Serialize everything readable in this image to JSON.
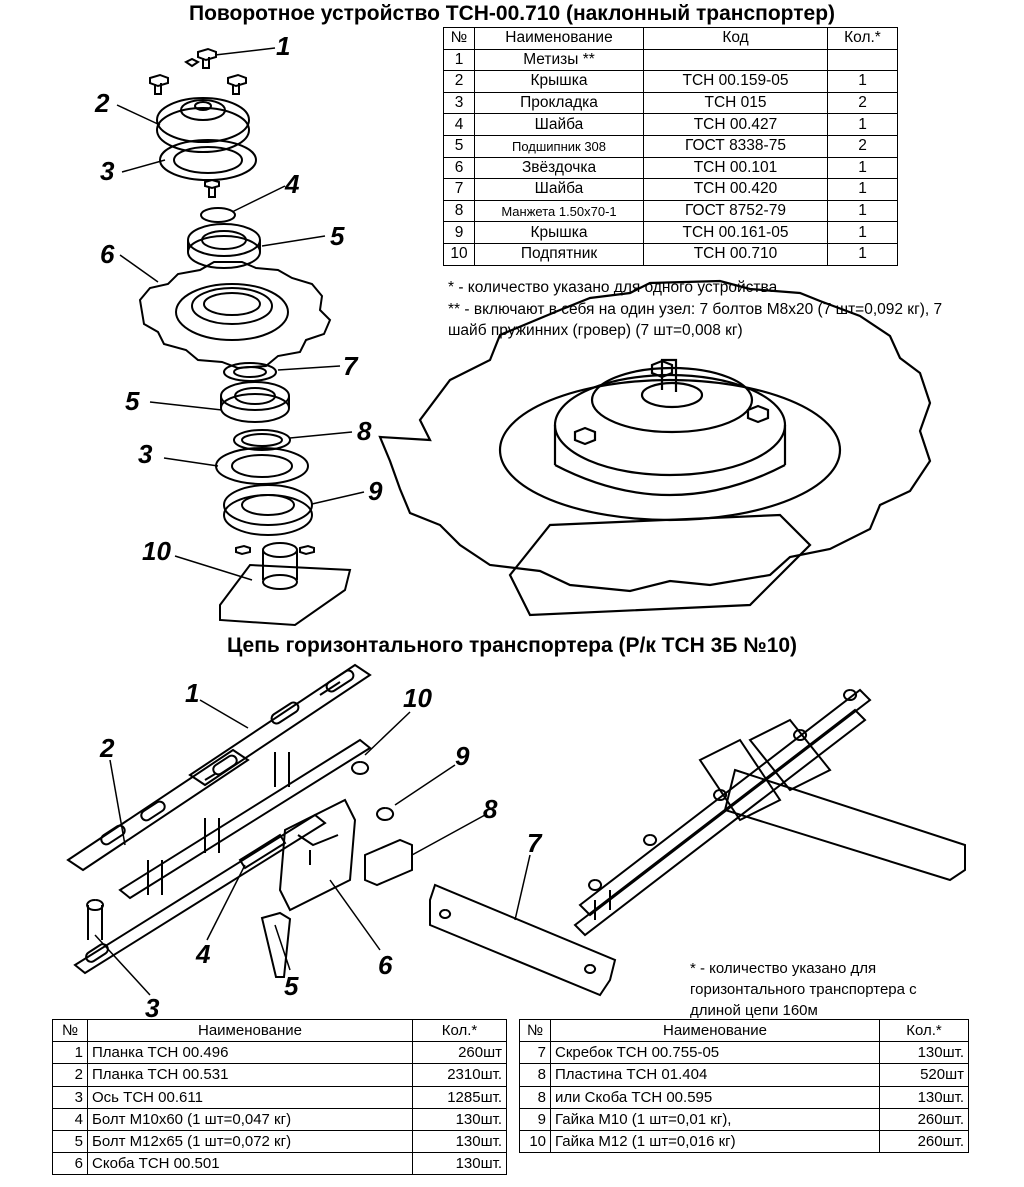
{
  "top": {
    "title": "Поворотное устройство ТСН-00.710 (наклонный транспортер)",
    "table_headers": [
      "№",
      "Наименование",
      "Код",
      "Кол.*"
    ],
    "rows": [
      {
        "n": "1",
        "name": "Метизы **",
        "code": "",
        "qty": ""
      },
      {
        "n": "2",
        "name": "Крышка",
        "code": "ТСН 00.159-05",
        "qty": "1"
      },
      {
        "n": "3",
        "name": "Прокладка",
        "code": "ТСН 015",
        "qty": "2"
      },
      {
        "n": "4",
        "name": "Шайба",
        "code": "ТСН 00.427",
        "qty": "1"
      },
      {
        "n": "5",
        "name": "Подшипник 308",
        "code": "ГОСТ 8338-75",
        "qty": "2"
      },
      {
        "n": "6",
        "name": "Звёздочка",
        "code": "ТСН 00.101",
        "qty": "1"
      },
      {
        "n": "7",
        "name": "Шайба",
        "code": "ТСН 00.420",
        "qty": "1"
      },
      {
        "n": "8",
        "name": "Манжета 1.50х70-1",
        "code": "ГОСТ 8752-79",
        "qty": "1"
      },
      {
        "n": "9",
        "name": "Крышка",
        "code": "ТСН 00.161-05",
        "qty": "1"
      },
      {
        "n": "10",
        "name": "Подпятник",
        "code": "ТСН 00.710",
        "qty": "1"
      }
    ],
    "note1": "* - количество указано для одного устройства",
    "note2": "** - включают в себя на один узел: 7 болтов М8х20 (7 шт=0,092 кг), 7 шайб пружинних (гровер) (7 шт=0,008 кг)",
    "callouts": [
      "1",
      "2",
      "3",
      "4",
      "5",
      "6",
      "7",
      "5",
      "8",
      "3",
      "9",
      "10"
    ]
  },
  "bottom": {
    "title": "Цепь горизонтального транспортера (Р/к ТСН 3Б №10)",
    "callouts": [
      "1",
      "2",
      "3",
      "4",
      "5",
      "6",
      "7",
      "8",
      "9",
      "10"
    ],
    "note": "* - количество указано для горизонтального транспортера с длиной цепи 160м",
    "table_headers": [
      "№",
      "Наименование",
      "Кол.*"
    ],
    "left_rows": [
      {
        "n": "1",
        "name": "Планка ТСН 00.496",
        "qty": "260шт"
      },
      {
        "n": "2",
        "name": "Планка ТСН 00.531",
        "qty": "2310шт."
      },
      {
        "n": "3",
        "name": "Ось ТСН 00.611",
        "qty": "1285шт."
      },
      {
        "n": "4",
        "name": "Болт М10х60 (1 шт=0,047 кг)",
        "qty": "130шт."
      },
      {
        "n": "5",
        "name": "Болт М12х65 (1 шт=0,072 кг)",
        "qty": "130шт."
      },
      {
        "n": "6",
        "name": "Скоба ТСН 00.501",
        "qty": "130шт."
      }
    ],
    "right_rows": [
      {
        "n": "7",
        "name": "Скребок ТСН 00.755-05",
        "qty": "130шт."
      },
      {
        "n": "8",
        "name": "Пластина  ТСН 01.404",
        "qty": "520шт"
      },
      {
        "n": "8",
        "name": "или Скоба ТСН 00.595",
        "qty": "130шт."
      },
      {
        "n": "9",
        "name": "Гайка М10 (1 шт=0,01 кг),",
        "qty": "260шт."
      },
      {
        "n": "10",
        "name": "Гайка М12 (1 шт=0,016 кг)",
        "qty": "260шт."
      }
    ]
  }
}
